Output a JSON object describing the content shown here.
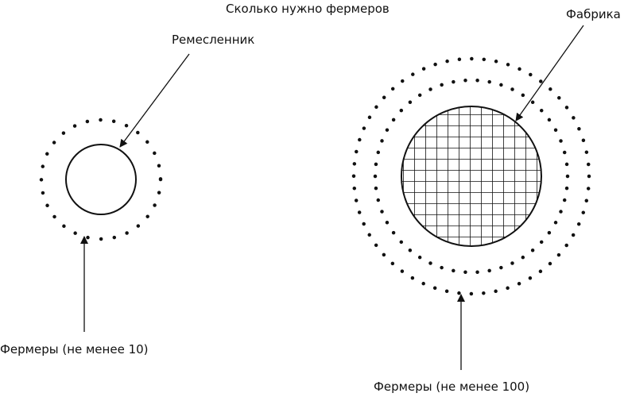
{
  "title": "Сколько нужно фермеров",
  "labels": {
    "craftsman": "Ремесленник",
    "factory": "Фабрика",
    "farmers_small": "Фермеры (не менее 10)",
    "farmers_large": "Фермеры (не менее 100)"
  },
  "colors": {
    "stroke": "#111111",
    "background": "#ffffff"
  }
}
